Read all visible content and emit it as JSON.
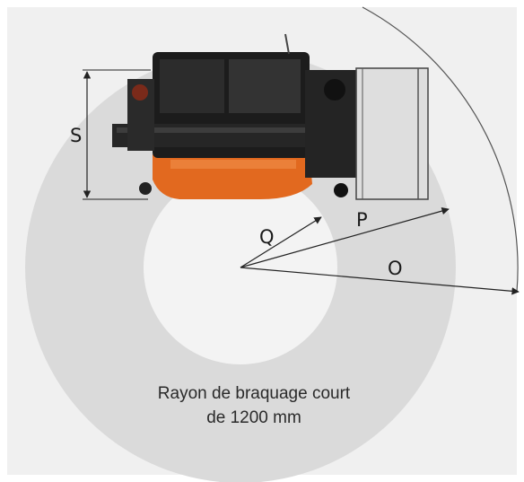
{
  "labels": {
    "s": "S",
    "q": "Q",
    "p": "P",
    "o": "O"
  },
  "caption": {
    "line1": "Rayon de braquage court",
    "line2": "de 1200 mm"
  },
  "colors": {
    "frame_background": "#f0f0f0",
    "turning_ring": "#dadada",
    "inner_circle": "#f3f3f3",
    "machine_body": "#1c1c1c",
    "machine_orange": "#e2691f",
    "blade": "#dedede",
    "dimension_line": "#222222"
  }
}
